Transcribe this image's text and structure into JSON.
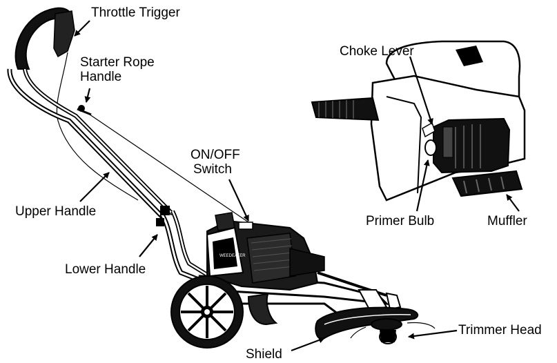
{
  "labels": {
    "throttle_trigger": "Throttle Trigger",
    "starter_rope_handle_line1": "Starter Rope",
    "starter_rope_handle_line2": "Handle",
    "upper_handle": "Upper Handle",
    "on_off_switch_line1": "ON/OFF",
    "on_off_switch_line2": "Switch",
    "lower_handle": "Lower Handle",
    "shield": "Shield",
    "trimmer_head": "Trimmer Head",
    "choke_lever": "Choke Lever",
    "primer_bulb": "Primer Bulb",
    "muffler": "Muffler"
  }
}
